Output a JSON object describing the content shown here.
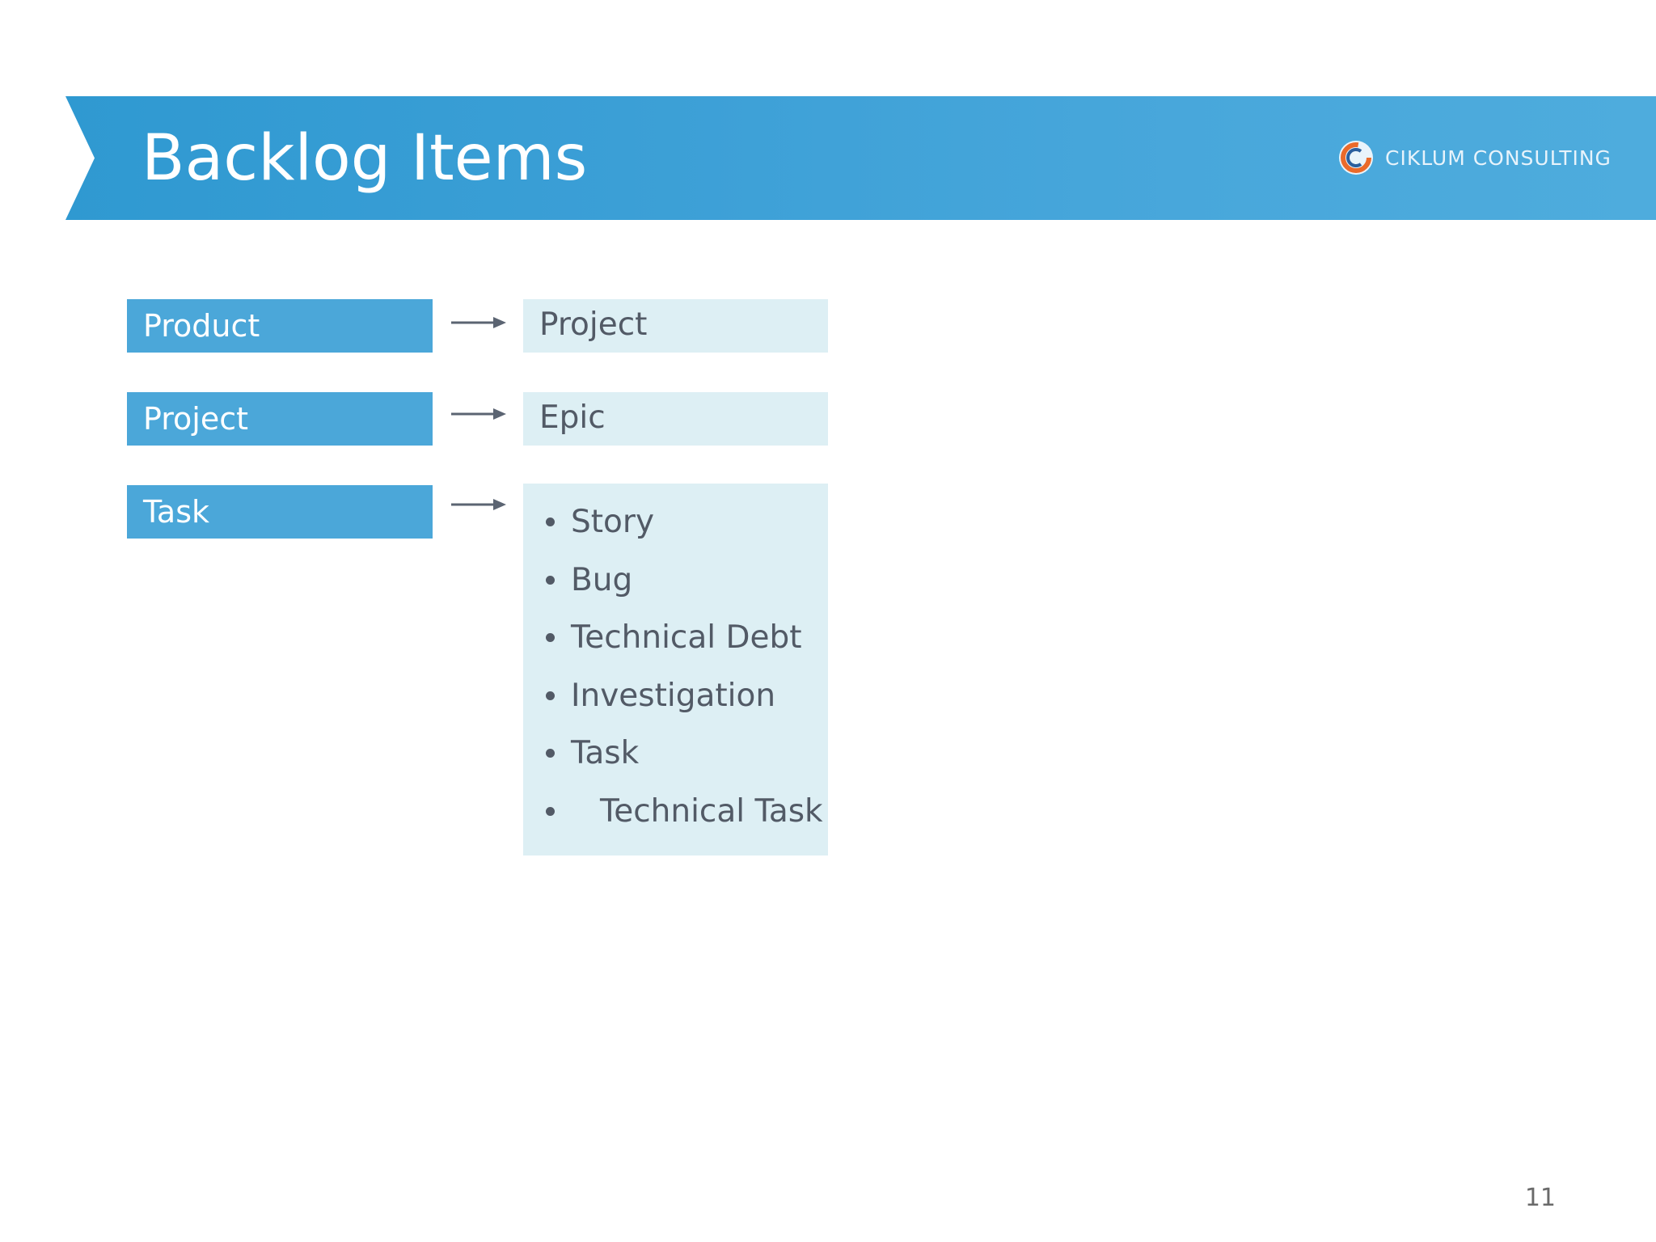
{
  "slide": {
    "title": "Backlog Items",
    "brand": "CIKLUM CONSULTING",
    "brand_icon": "ciklum-logo-icon",
    "page_number": "11"
  },
  "colors": {
    "header_band": "#3a9fd6",
    "left_box": "#4ba7d9",
    "right_box": "#ddeff4",
    "right_text": "#525a66",
    "arrow": "#5b6472"
  },
  "rows": [
    {
      "from": "Product",
      "to": "Project"
    },
    {
      "from": "Project",
      "to": "Epic"
    },
    {
      "from": "Task",
      "to_items": [
        "Story",
        "Bug",
        "Technical Debt",
        "Investigation",
        "Task",
        "Technical Task"
      ]
    }
  ]
}
